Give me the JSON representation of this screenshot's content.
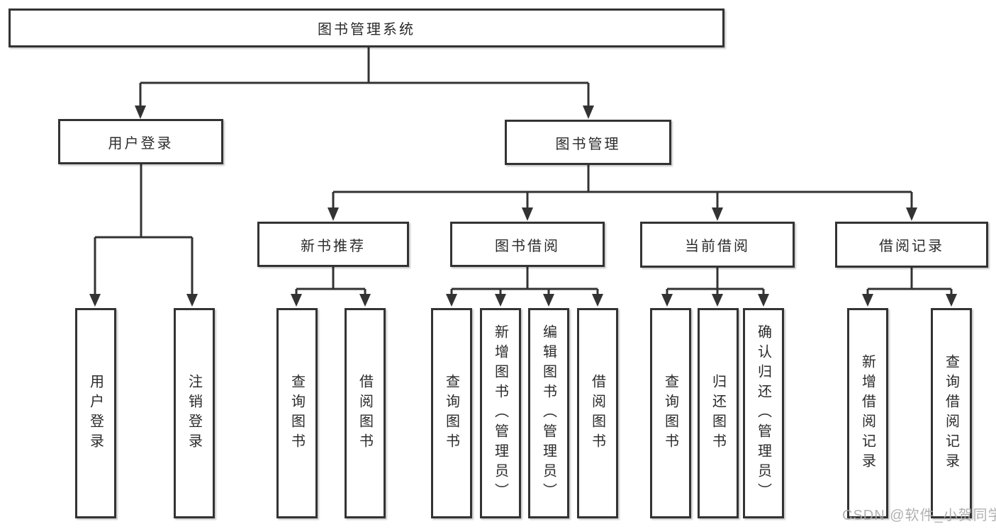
{
  "colors": {
    "background": "#ffffff",
    "line": "#333333",
    "box_border": "#333333",
    "box_fill": "#ffffff",
    "text": "#2b2b2b",
    "watermark": "#ababab"
  },
  "watermark": {
    "text": "CSDN @软件_小贺同学"
  },
  "tree": {
    "label": "图书管理系统",
    "children": [
      {
        "label": "用户登录",
        "children": [
          {
            "label": "用户登录"
          },
          {
            "label": "注销登录"
          }
        ]
      },
      {
        "label": "图书管理",
        "children": [
          {
            "label": "新书推荐",
            "children": [
              {
                "label": "查询图书"
              },
              {
                "label": "借阅图书"
              }
            ]
          },
          {
            "label": "图书借阅",
            "children": [
              {
                "label": "查询图书"
              },
              {
                "label": "新增图书（管理员）"
              },
              {
                "label": "编辑图书（管理员）"
              },
              {
                "label": "借阅图书"
              }
            ]
          },
          {
            "label": "当前借阅",
            "children": [
              {
                "label": "查询图书"
              },
              {
                "label": "归还图书"
              },
              {
                "label": "确认归还（管理员）"
              }
            ]
          },
          {
            "label": "借阅记录",
            "children": [
              {
                "label": "新增借阅记录"
              },
              {
                "label": "查询借阅记录"
              }
            ]
          }
        ]
      }
    ]
  }
}
